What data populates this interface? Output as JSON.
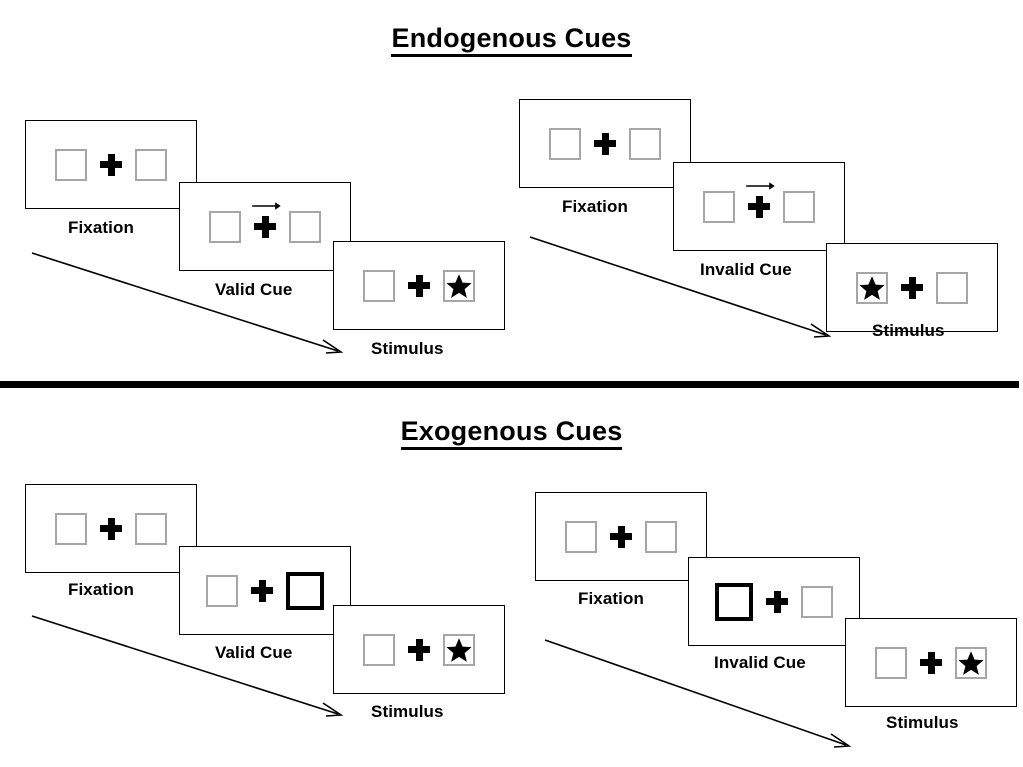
{
  "page": {
    "background": "#ffffff",
    "ink": "#000000",
    "box_outline": "#a6a6a6",
    "cued_box_outline": "#000000"
  },
  "sections": [
    {
      "id": "endogenous",
      "title": "Endogenous Cues",
      "sequences": [
        {
          "id": "endogenous-valid",
          "panels": [
            {
              "caption": "Fixation",
              "cue": "none",
              "left": "empty",
              "right": "empty"
            },
            {
              "caption": "Valid Cue",
              "cue": "arrow-right",
              "left": "empty",
              "right": "empty"
            },
            {
              "caption": "Stimulus",
              "cue": "none",
              "left": "empty",
              "right": "star"
            }
          ]
        },
        {
          "id": "endogenous-invalid",
          "panels": [
            {
              "caption": "Fixation",
              "cue": "none",
              "left": "empty",
              "right": "empty"
            },
            {
              "caption": "Invalid Cue",
              "cue": "arrow-right",
              "left": "empty",
              "right": "empty"
            },
            {
              "caption": "Stimulus",
              "cue": "none",
              "left": "star",
              "right": "empty"
            }
          ]
        }
      ]
    },
    {
      "id": "exogenous",
      "title": "Exogenous Cues",
      "sequences": [
        {
          "id": "exogenous-valid",
          "panels": [
            {
              "caption": "Fixation",
              "cue": "none",
              "left": "empty",
              "right": "empty"
            },
            {
              "caption": "Valid Cue",
              "cue": "box-flash-right",
              "left": "empty",
              "right": "empty"
            },
            {
              "caption": "Stimulus",
              "cue": "none",
              "left": "empty",
              "right": "star"
            }
          ]
        },
        {
          "id": "exogenous-invalid",
          "panels": [
            {
              "caption": "Fixation",
              "cue": "none",
              "left": "empty",
              "right": "empty"
            },
            {
              "caption": "Invalid Cue",
              "cue": "box-flash-left",
              "left": "empty",
              "right": "empty"
            },
            {
              "caption": "Stimulus",
              "cue": "none",
              "left": "empty",
              "right": "star"
            }
          ]
        }
      ]
    }
  ],
  "icons": {
    "fixation_cross": "fixation-cross-icon",
    "cue_arrow": "arrow-right-icon",
    "target": "star-icon",
    "flow": "time-flow-arrow-icon"
  }
}
